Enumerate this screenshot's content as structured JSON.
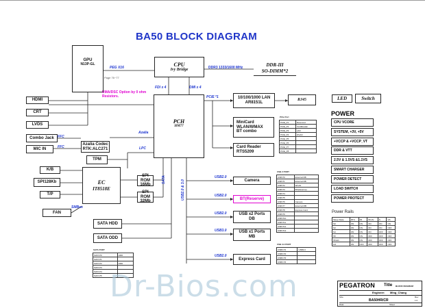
{
  "title": "BA50 BLOCK DIAGRAM",
  "blocks": {
    "gpu": {
      "name": "GPU",
      "part": "N13P-GL"
    },
    "cpu": {
      "name": "CPU",
      "part": "Ivy Bridge"
    },
    "ddr": {
      "name": "DDR-III",
      "part": "SO-DIMM*2"
    },
    "pch": {
      "name": "PCH",
      "part": "HM77"
    },
    "led": "LED",
    "switch": "Switch",
    "hdmi": "HDMI",
    "crt": "CRT",
    "lvds": "LVDS",
    "combo_jack": "Combo Jack",
    "mic_in": "MIC IN",
    "azalia_codec": {
      "name": "Azalia Codec",
      "part": "RTK:ALC271"
    },
    "tpm": "TPM",
    "ec": {
      "name": "EC",
      "part": "IT8518E"
    },
    "kb": "K/B",
    "spi128kb": "SPI128Kb",
    "tp": "T/P",
    "fan": "FAN",
    "spi_rom1": {
      "name": "SPI ROM",
      "part": "16Mb"
    },
    "spi_rom2": {
      "name": "SPI ROM",
      "part": "32Mb"
    },
    "sata_hdd": "SATA HDD",
    "sata_odd": "SATA ODD",
    "lan": {
      "name": "10/100/1000 LAN",
      "part": "AR8151L"
    },
    "rj45": "RJ45",
    "minicard": {
      "name": "MiniCard",
      "part": "WLAN/WMAX",
      "extra": "BT combo"
    },
    "card_reader": {
      "name": "Card Reader",
      "part": "RTS5209"
    },
    "camera": "Camera",
    "bt": "BT(Reserve)",
    "usb2ports": {
      "name": "USB x2 Ports",
      "part": "DB"
    },
    "usb1port": {
      "name": "USB x1 Ports",
      "part": "MB"
    },
    "express_card": "Express Card"
  },
  "bus_labels": {
    "peg": "PEG X16",
    "ddr3": "DDR3 1333/1600 MHz",
    "fdi": "FDI x 4",
    "dmi": "DMI x 4",
    "pcie": "PCIE *1",
    "azalia": "Azalia",
    "lpc": "LPC",
    "sata": "SATA",
    "usb": "USB2.0 & 3.0",
    "smbus": "SMBus",
    "ffc1": "FFC",
    "ffc2": "FFC",
    "usb20": "USB2.0",
    "usb30": "USB3.0"
  },
  "note": "UMA/DSC Option by 0 ohm Resistors.",
  "page_ref": "Page 76~77",
  "power": {
    "heading": "POWER",
    "items": [
      "CPU VCORE",
      "SYSTEM, +3V, +5V",
      "+VCCP & +VCCP_VT",
      "DDR & VTT",
      "2.5V & 1.5VS &1.1VS",
      "SMART CHARGER",
      "POWER DETECT",
      "LOAD SWITCH",
      "POWER PROTECT"
    ]
  },
  "power_rails": {
    "heading": "Power Rails",
    "header": [
      "Sleep State",
      "RTC",
      "S5",
      "S5-3V",
      "S",
      "VS"
    ],
    "rows": [
      [
        "S0",
        "ON",
        "ON",
        "ON",
        "ON",
        "ON"
      ],
      [
        "S3",
        "ON",
        "ON",
        "ON",
        "ON",
        "OFF"
      ],
      [
        "S4",
        "ON",
        "ON",
        "ON",
        "OFF",
        "OFF"
      ],
      [
        "S5",
        "ON",
        "ON",
        "OFF",
        "OFF",
        "OFF"
      ],
      [
        "S5-EC",
        "ON",
        "ON",
        "OFF",
        "OFF",
        "OFF"
      ],
      [
        "G3",
        "ON",
        "OFF",
        "OFF",
        "OFF",
        "OFF"
      ]
    ]
  },
  "pcie_port": {
    "heading": "PCIe Port",
    "rows": [
      [
        "PCIE_P1",
        "Reserved"
      ],
      [
        "PCIE_P2",
        "CardReader"
      ],
      [
        "PCIE_P3",
        "LAN"
      ],
      [
        "PCIE_P4",
        "WLAN"
      ],
      [
        "PCIE_P5",
        ""
      ],
      [
        "PCIE_P6",
        ""
      ],
      [
        "PCIE_P7",
        ""
      ],
      [
        "PCIE_P8",
        ""
      ]
    ]
  },
  "usb2_port": {
    "heading": "USB 2 PORT",
    "rows": [
      [
        "USB P0",
        "External DB"
      ],
      [
        "USB P1",
        "External DB"
      ],
      [
        "USB P2",
        "WLAN"
      ],
      [
        "USB P3",
        "BT(Reserve)"
      ],
      [
        "USB P4",
        ""
      ],
      [
        "USB P5",
        ""
      ],
      [
        "USB P6",
        "Camera"
      ],
      [
        "USB P7",
        "External MB"
      ],
      [
        "USB P8",
        "Express Card"
      ],
      [
        "USB P9",
        ""
      ],
      [
        "USB P10",
        ""
      ],
      [
        "USB P11",
        ""
      ],
      [
        "USB P12",
        ""
      ],
      [
        "USB P13",
        ""
      ]
    ]
  },
  "usb3_port": {
    "heading": "USB 3.0 PORT",
    "rows": [
      [
        "USB3 P1",
        "USB3.0"
      ],
      [
        "USB3 P2",
        ""
      ],
      [
        "USB3 P3",
        ""
      ],
      [
        "USB3 P4",
        ""
      ]
    ]
  },
  "sata_port": {
    "heading": "SATA PORT",
    "rows": [
      [
        "SATA P0",
        "HDD"
      ],
      [
        "SATA P1",
        ""
      ],
      [
        "SATA P2",
        "ODD"
      ],
      [
        "SATA P3",
        ""
      ],
      [
        "SATA P4",
        ""
      ],
      [
        "SATA P5",
        ""
      ]
    ]
  },
  "title_block": {
    "company": "PEGATRON",
    "title_label": "Title",
    "title_value": "BLOCK DIAGRAM",
    "engineer_label": "Engineer:",
    "engineer": "Ming_Chang",
    "size_label": "Size",
    "rev_label": "Rev",
    "project": "BA50HR/CR",
    "rev": "1.0",
    "date_label": "Date:",
    "sheet_label": "Sheet"
  },
  "watermark": "Dr-Bios.com",
  "colors": {
    "title": "#1f35c8",
    "bus": "#1c34d0",
    "note": "#e000d0",
    "bt": "#e000d0"
  }
}
